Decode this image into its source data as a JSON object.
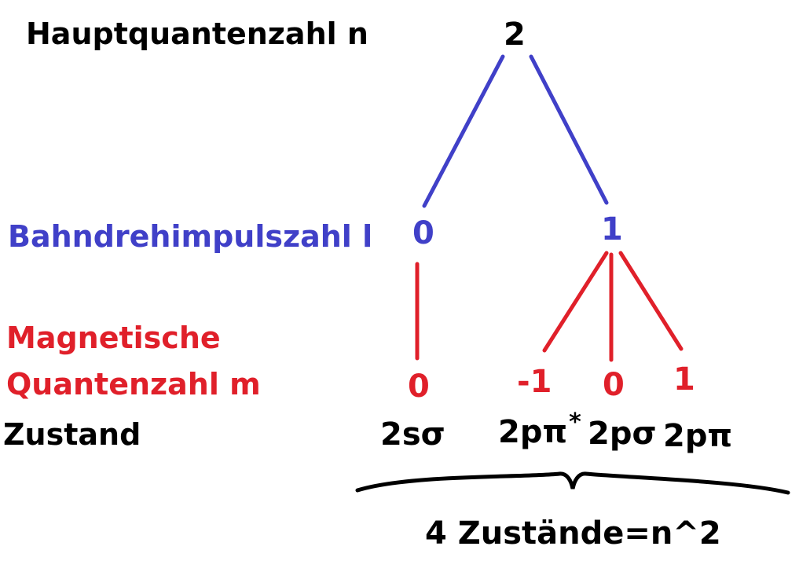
{
  "colors": {
    "black": "#000000",
    "blue": "#4040c8",
    "red": "#e0202a"
  },
  "labels": {
    "n_row": "Hauptquantenzahl n",
    "l_row": "Bahndrehimpulszahl l",
    "m_row_line1": "Magnetische",
    "m_row_line2": "Quantenzahl m",
    "state_row": "Zustand"
  },
  "nodes": {
    "n": "2",
    "l_left": "0",
    "l_right": "1",
    "m_left": "0",
    "m_r1": "-1",
    "m_r2": "0",
    "m_r3": "1"
  },
  "states": {
    "s1": "2sσ",
    "s2_base": "2pπ",
    "s2_sup": "*",
    "s3": "2pσ",
    "s4": "2pπ"
  },
  "summary": "4 Zustände=n^2"
}
